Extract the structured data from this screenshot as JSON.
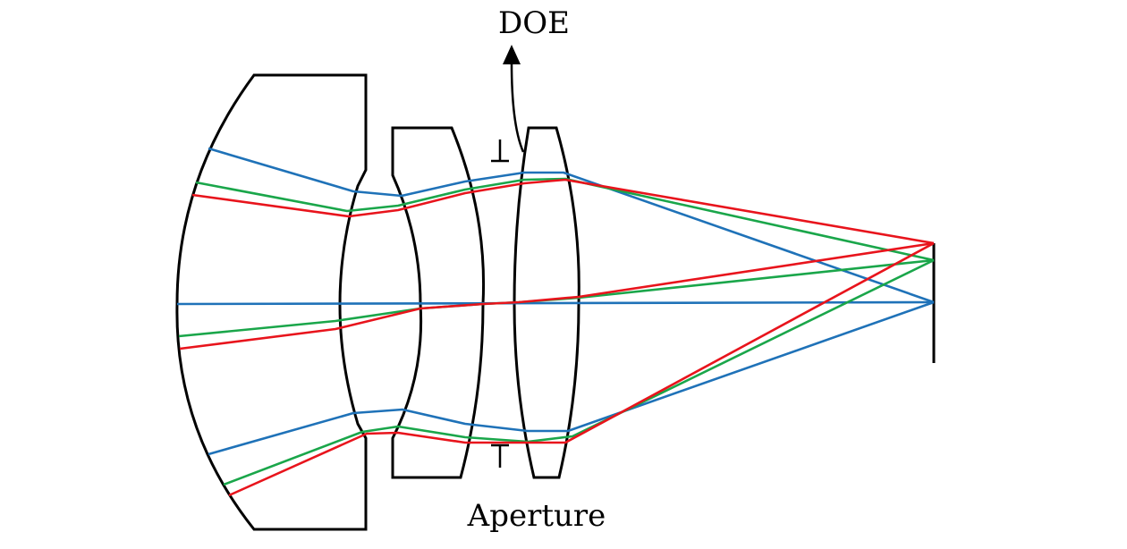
{
  "diagram": {
    "labels": {
      "doe": "DOE",
      "aperture": "Aperture"
    },
    "colors": {
      "lens": "#000000",
      "red": "#e8141c",
      "green": "#1aa64a",
      "blue": "#1f72b8"
    },
    "elements": [
      {
        "id": "lens-1",
        "type": "meniscus-lens"
      },
      {
        "id": "lens-2",
        "type": "biconvex-lens"
      },
      {
        "id": "lens-3",
        "type": "doe-lens"
      },
      {
        "id": "aperture-stop",
        "type": "stop"
      },
      {
        "id": "image-plane",
        "type": "image-plane"
      }
    ],
    "ray_bundles": [
      {
        "name": "upper-marginal",
        "wavelengths": [
          "blue",
          "green",
          "red"
        ]
      },
      {
        "name": "chief",
        "wavelengths": [
          "blue",
          "green",
          "red"
        ]
      },
      {
        "name": "lower-marginal",
        "wavelengths": [
          "blue",
          "green",
          "red"
        ]
      }
    ]
  }
}
